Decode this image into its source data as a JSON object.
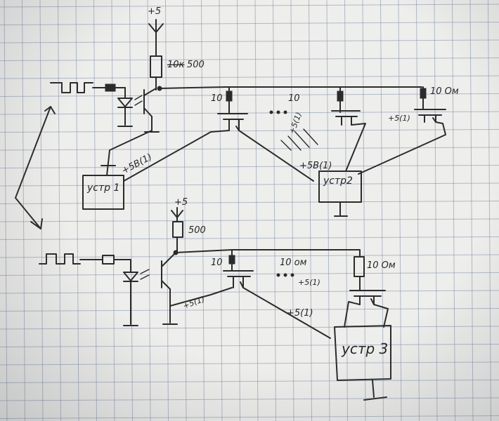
{
  "labels": {
    "supply_top": "+5",
    "r_top": "500",
    "r_top_strike": "10к",
    "r_mid1": "10",
    "r_mid2": "10",
    "r_right": "10 Ом",
    "plus5_1": "+5(1)",
    "plus5_2": "+5(1)",
    "plusB_1": "+5В(1)",
    "plusB_2": "+5В(1)",
    "dev1": "устр\n1",
    "dev2": "устр2",
    "supply_bottom": "+5",
    "r_bottom": "500",
    "r_bot_mid": "10",
    "r_bot_dots": "10 ом",
    "r_bot_right": "10 Ом",
    "plus5_3": "+5(1)",
    "plus5_4": "+5(1)",
    "plus5_5": "+5(1)",
    "dev3": "устр 3"
  },
  "colors": {
    "paper": "#eeeeec",
    "grid": "#7f8fa8",
    "ink": "#2b2b2b"
  }
}
